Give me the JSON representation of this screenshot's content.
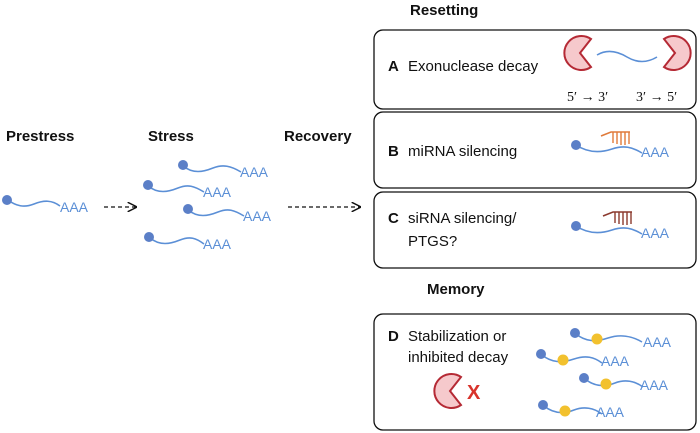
{
  "headers": {
    "prestress": "Prestress",
    "stress": "Stress",
    "recovery": "Recovery",
    "resetting": "Resetting",
    "memory": "Memory"
  },
  "poly_a_tail": "AAA",
  "panels": {
    "A": {
      "letter": "A",
      "text": "Exonuclease decay",
      "dir_5_3": "5′ → 3′",
      "dir_3_5": "3′ → 5′"
    },
    "B": {
      "letter": "B",
      "text": "miRNA silencing"
    },
    "C": {
      "letter": "C",
      "text_line1": "siRNA silencing/",
      "text_line2": "PTGS?"
    },
    "D": {
      "letter": "D",
      "text_line1": "Stabilization or",
      "text_line2": "inhibited decay",
      "x_mark": "X"
    }
  },
  "colors": {
    "mrna_strand": "#5b8fd6",
    "cap": "#5b7fc7",
    "mirna": "#e07a3a",
    "sirna": "#8c3a2e",
    "rbp": "#f2c12e",
    "exonuclease_fill": "#f6c9cc",
    "exonuclease_edge": "#b52a35",
    "x_mark": "#d8332b"
  }
}
